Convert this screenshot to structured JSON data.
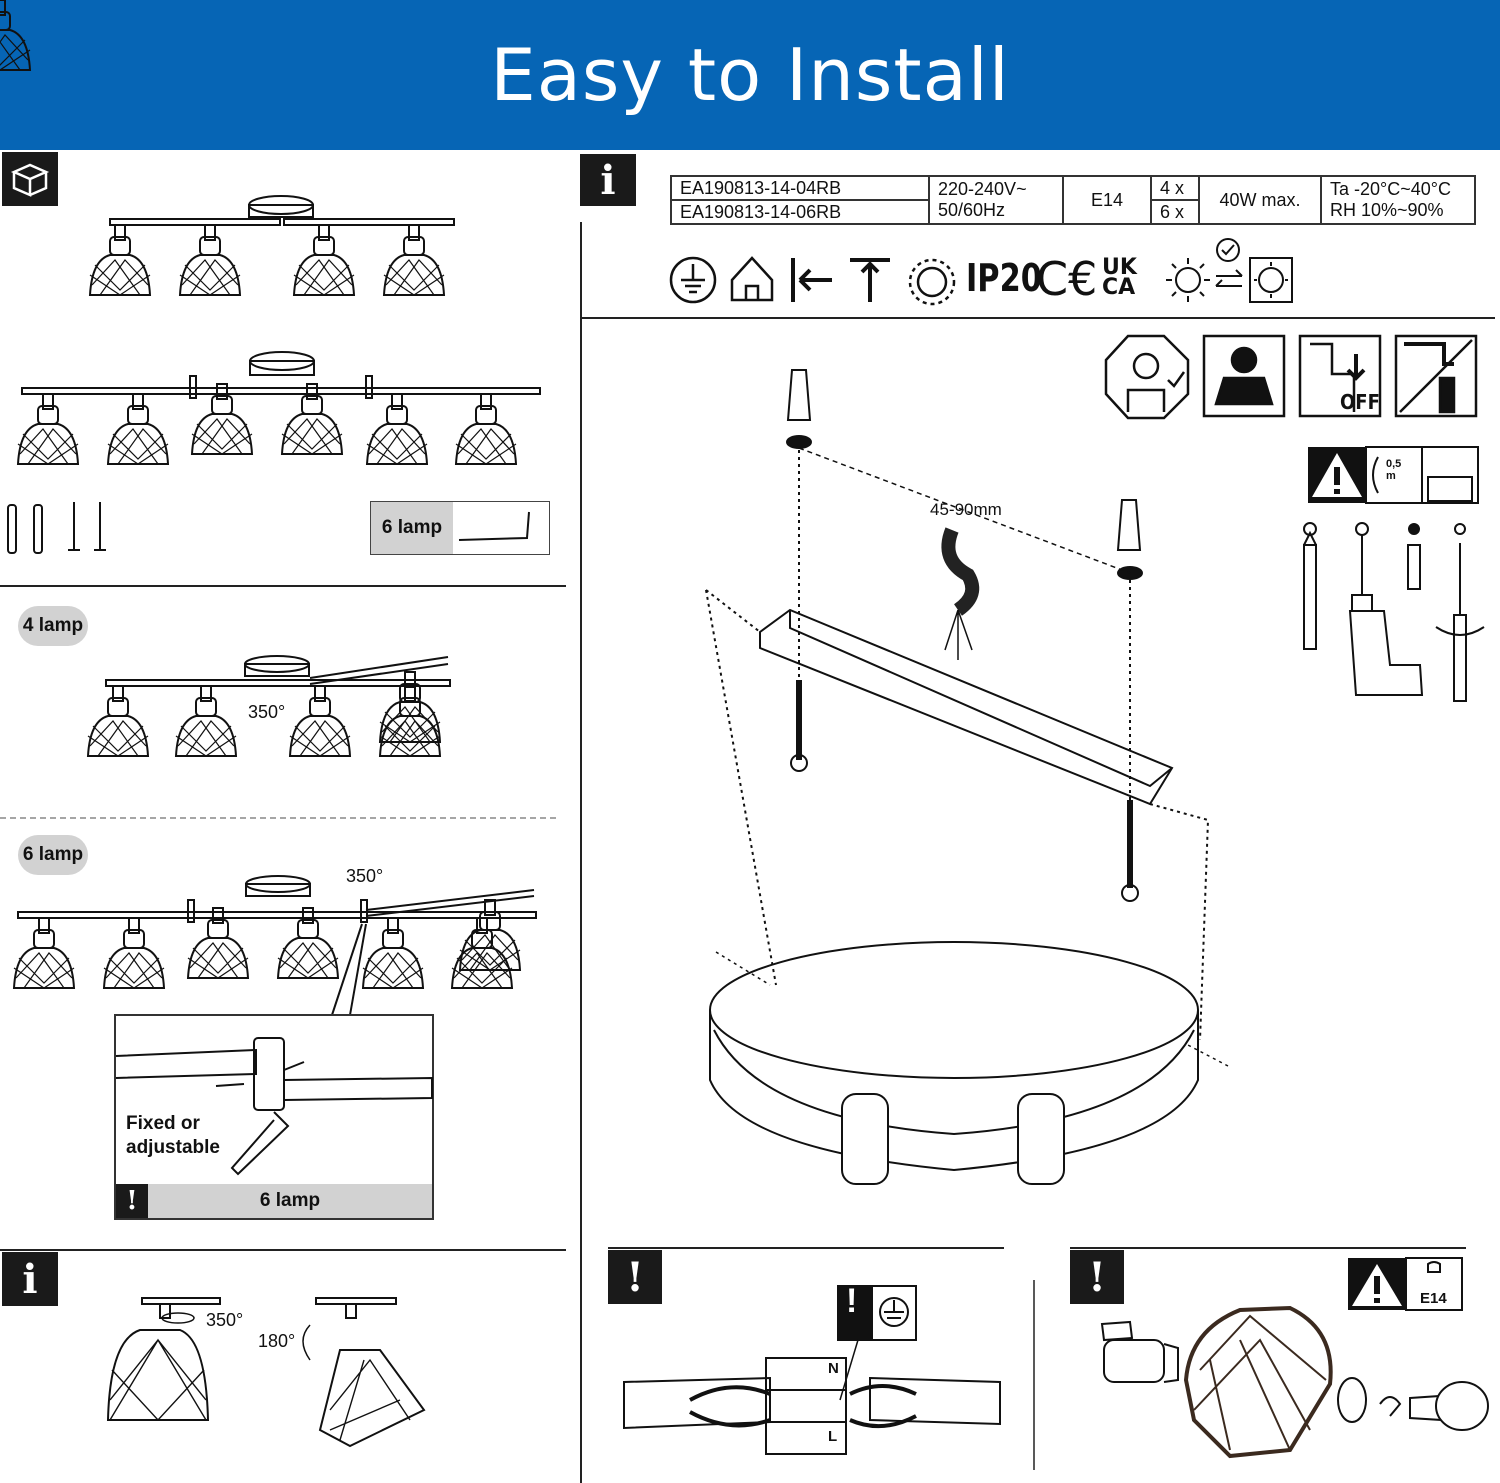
{
  "banner": {
    "title": "Easy to Install"
  },
  "icons": {
    "package": "package-icon",
    "info": "i",
    "warning": "!"
  },
  "left": {
    "wrench_label": "6 lamp",
    "pill_4": "4 lamp",
    "pill_6": "6 lamp",
    "rot_350_a": "350°",
    "rot_350_b": "350°",
    "detail_text_line1": "Fixed or",
    "detail_text_line2": "adjustable",
    "detail_footer": "6 lamp",
    "rot_350_c": "350°",
    "rot_180": "180°"
  },
  "specs": {
    "models": [
      "EA190813-14-04RB",
      "EA190813-14-06RB"
    ],
    "voltage": [
      "220-240V~",
      "50/60Hz"
    ],
    "socket": "E14",
    "counts": [
      "4 x",
      "6 x"
    ],
    "power": "40W max.",
    "env": [
      "Ta -20°C~40°C",
      "RH 10%~90%"
    ]
  },
  "certs": {
    "ip": "IP20",
    "ce": "C€",
    "ukca_top": "UK",
    "ukca_bottom": "CA"
  },
  "mount": {
    "distance": "45-90mm",
    "off": "OFF",
    "distance_marker_top": "0,5",
    "distance_marker_bottom": "m"
  },
  "bottom": {
    "e14": "E14",
    "terminal_n": "N",
    "terminal_l": "L"
  },
  "colors": {
    "banner": "#0665b5",
    "pill": "#d2d2d2",
    "icon_bg": "#1a1a1a"
  }
}
